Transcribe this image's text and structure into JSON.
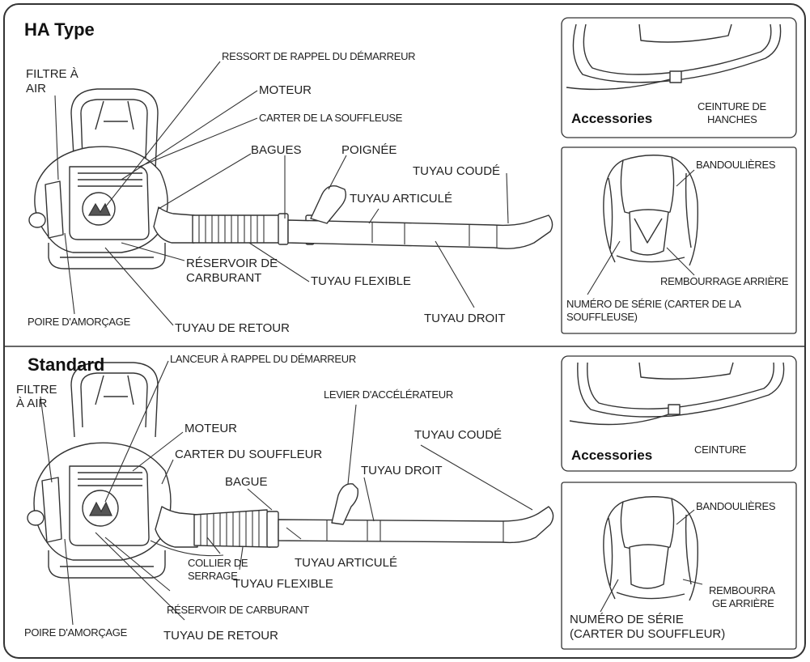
{
  "ha": {
    "title": "HA Type",
    "filtre_air_1": "FILTRE À",
    "filtre_air_2": "AIR",
    "ressort": "RESSORT DE RAPPEL DU DÉMARREUR",
    "moteur": "MOTEUR",
    "carter": "CARTER DE LA SOUFFLEUSE",
    "bagues": "BAGUES",
    "poignee": "POIGNÉE",
    "tuyau_coude": "TUYAU COUDÉ",
    "tuyau_articule": "TUYAU ARTICULÉ",
    "reservoir_1": "RÉSERVOIR DE",
    "reservoir_2": "CARBURANT",
    "tuyau_flexible": "TUYAU FLEXIBLE",
    "poire": "POIRE D'AMORÇAGE",
    "tuyau_retour": "TUYAU DE RETOUR",
    "tuyau_droit": "TUYAU DROIT",
    "accessories": "Accessories",
    "ceinture_1": "CEINTURE DE",
    "ceinture_2": "HANCHES",
    "bandoulieres": "BANDOULIÈRES",
    "rembourrage": "REMBOURRAGE ARRIÈRE",
    "numero_1": "NUMÉRO DE SÉRIE (CARTER DE LA",
    "numero_2": "SOUFFLEUSE)"
  },
  "std": {
    "title": "Standard",
    "filtre_air_1": "FILTRE",
    "filtre_air_2": "À AIR",
    "lanceur": "LANCEUR À RAPPEL DU DÉMARREUR",
    "levier": "LEVIER D'ACCÉLÉRATEUR",
    "moteur": "MOTEUR",
    "carter": "CARTER DU SOUFFLEUR",
    "tuyau_coude": "TUYAU COUDÉ",
    "tuyau_droit": "TUYAU DROIT",
    "bague": "BAGUE",
    "collier_1": "COLLIER DE",
    "collier_2": "SERRAGE",
    "tuyau_articule": "TUYAU ARTICULÉ",
    "tuyau_flexible": "TUYAU FLEXIBLE",
    "reservoir": "RÉSERVOIR DE CARBURANT",
    "poire": "POIRE D'AMORÇAGE",
    "tuyau_retour": "TUYAU DE RETOUR",
    "accessories": "Accessories",
    "ceinture": "CEINTURE",
    "bandoulieres": "BANDOULIÈRES",
    "rembourrage_1": "REMBOURRA",
    "rembourrage_2": "GE ARRIÈRE",
    "numero_1": "NUMÉRO DE SÉRIE",
    "numero_2": "(CARTER DU SOUFFLEUR)"
  }
}
